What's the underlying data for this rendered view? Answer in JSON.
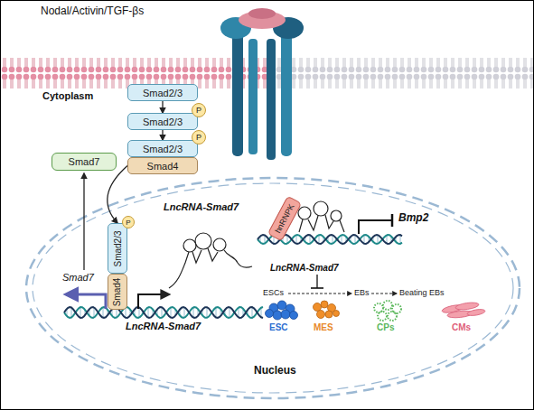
{
  "diagram": {
    "nodes": [
      {
        "text": [
          "Smad2/3"
        ]
      },
      {
        "text": [
          "Smad2/3"
        ]
      },
      {
        "text": [
          "P"
        ]
      },
      {
        "text": [
          "Smad2/3"
        ]
      },
      {
        "text": [
          "P"
        ]
      },
      {
        "text": [
          "Smad4"
        ]
      },
      {
        "text": [
          "Smad7"
        ]
      },
      {
        "text": [
          "Smad2/3"
        ]
      },
      {
        "text": [
          "P"
        ]
      },
      {
        "text": [
          "Smad4"
        ]
      },
      {
        "text": [
          "hnRNPK"
        ]
      }
    ],
    "edges": [
      {
        "from": 0,
        "to": 1,
        "arrow": "to"
      },
      {
        "from": 1,
        "to": 3,
        "arrow": "to"
      },
      {
        "from": 5,
        "to": 7,
        "arrow": "to"
      }
    ],
    "labels": [
      "Nodal/Activin/TGF-βs",
      "Cytoplasm",
      "LncRNA-Smad7",
      "Smad7",
      "LncRNA-Smad7",
      "LncRNA-Smad7",
      "Bmp2",
      "ESCs",
      "EBs",
      "Beating EBs",
      "ESC",
      "MES",
      "CPs",
      "CMs",
      "Nucleus"
    ]
  }
}
